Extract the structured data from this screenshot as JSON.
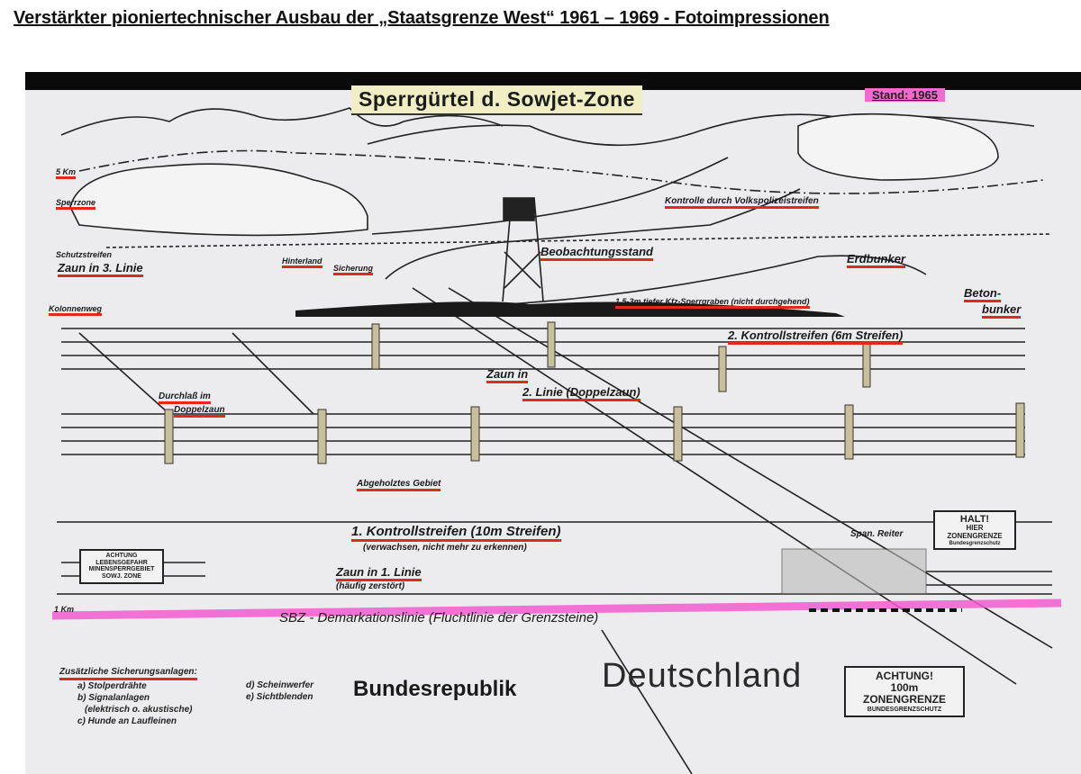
{
  "page": {
    "title": "Verstärkter pioniertechnischer Ausbau der „Staatsgrenze West“ 1961 – 1969 - Fotoimpressionen"
  },
  "map": {
    "title": "Sperrgürtel d. Sowjet-Zone",
    "stand": "Stand: 1965",
    "labels": {
      "km5": "5 Km",
      "sperrzone": "Sperrzone",
      "schutzstreifen": "Schutzstreifen",
      "zaun3": "Zaun in 3. Linie",
      "hinterland": "Hinterland",
      "sicherung": "Sicherung",
      "kolonnenweg": "Kolonnenweg",
      "kontrolle": "Kontrolle durch Volkspolizeistreifen",
      "beobachtung": "Beobachtungsstand",
      "erdbunker": "Erdbunker",
      "beton1": "Beton-",
      "beton2": "bunker",
      "graben": "1,5-3m tiefer Kfz-Sperrgraben (nicht durchgehend)",
      "kontroll2": "2. Kontrollstreifen (6m Streifen)",
      "zaun2a": "Zaun in",
      "zaun2b": "2. Linie (Doppelzaun)",
      "durchlass1": "Durchlaß im",
      "durchlass2": "Doppelzaun",
      "abgeholzt": "Abgeholztes Gebiet",
      "kontroll1": "1. Kontrollstreifen (10m Streifen)",
      "kontroll1sub": "(verwachsen, nicht mehr zu erkennen)",
      "zaun1": "Zaun in 1. Linie",
      "zaun1sub": "(häufig zerstört)",
      "km1": "1 Km",
      "demarkation": "SBZ - Demarkationslinie (Fluchtlinie der Grenzsteine)",
      "spanreiter": "Span. Reiter"
    },
    "signs": {
      "minen": [
        "ACHTUNG",
        "LEBENSGEFAHR",
        "MINENSPERRGEBIET",
        "SOWJ. ZONE"
      ],
      "halt": [
        "HALT!",
        "HIER",
        "ZONENGRENZE",
        "Bundesgrenzschutz"
      ],
      "achtung": [
        "ACHTUNG!",
        "100m",
        "ZONENGRENZE",
        "BUNDESGRENZSCHUTZ"
      ]
    },
    "legend": {
      "title": "Zusätzliche Sicherungsanlagen:",
      "items_left": [
        "a) Stolperdrähte",
        "b) Signalanlagen",
        "(elektrisch o. akustische)",
        "c) Hunde an Laufleinen"
      ],
      "items_right": [
        "d) Scheinwerfer",
        "e) Sichtblenden"
      ]
    },
    "bundesrepublik": "Bundesrepublik",
    "deutschland": "Deutschland",
    "colors": {
      "highlight_pink": "#f06ad0",
      "underline_red": "#e02a1a",
      "title_bg": "#f1edc4"
    }
  }
}
